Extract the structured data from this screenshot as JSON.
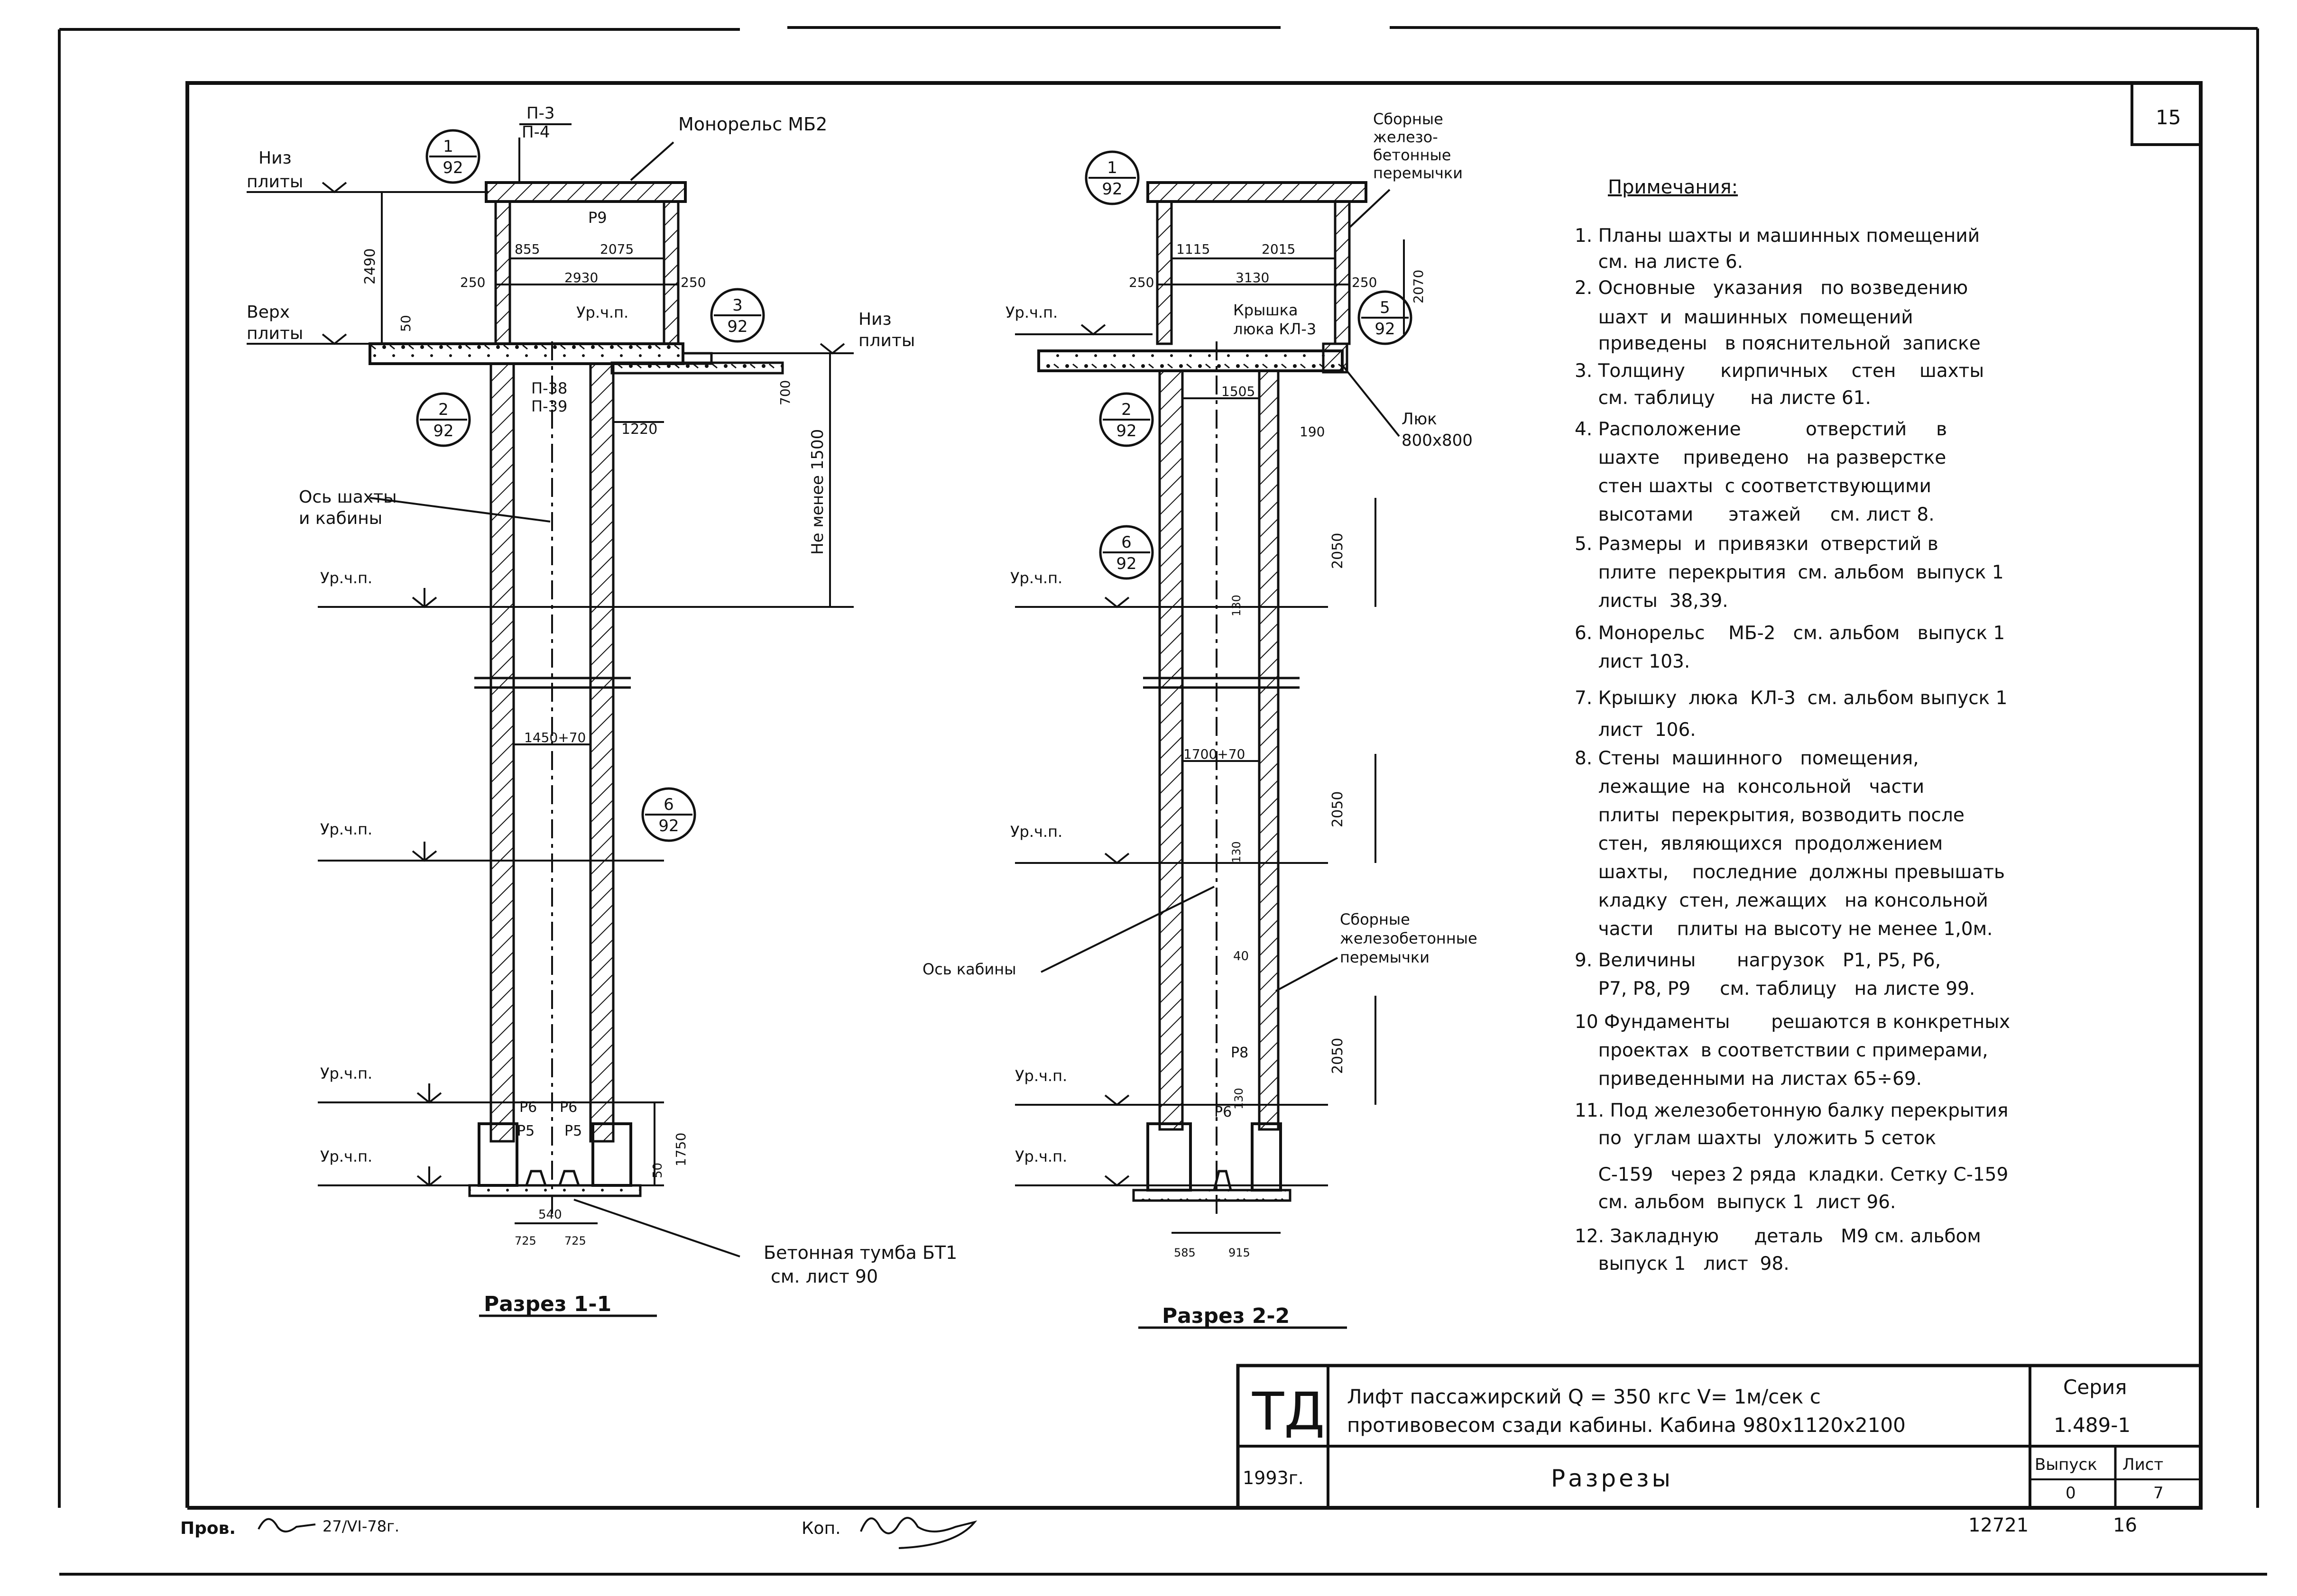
{
  "sheet_number": "15",
  "top_labels": {
    "niz_plity": [
      "Низ",
      "плиты"
    ],
    "verkh_plity": [
      "Верх",
      "плиты"
    ],
    "niz_plity_right": [
      "Низ",
      "плиты"
    ],
    "monorail": "Монорельс МБ2",
    "panels_top": [
      "П-3",
      "П-4"
    ],
    "panels_mid": [
      "П-38",
      "П-39"
    ],
    "p9": "Р9",
    "level": "Ур.ч.п.",
    "shaft_axis": [
      "Ось шахты",
      "и кабины"
    ],
    "min_height": "Не менее 1500",
    "precast_lintels_top": [
      "Сборные",
      "железо-",
      "бетонные",
      "перемычки"
    ],
    "hatch_cover": [
      "Крышка",
      "люка КЛ-3"
    ],
    "hatch": [
      "Люк",
      "800х800"
    ],
    "cabin_axis": "Ось кабины",
    "precast_lintels_mid": [
      "Сборные",
      "железобетонные",
      "перемычки"
    ],
    "pedestal": [
      "Бетонная тумба БТ1",
      "см. лист 90"
    ]
  },
  "circle_refs": {
    "r1_num": "1",
    "r1_den": "92",
    "r2_num": "2",
    "r2_den": "92",
    "r3_num": "3",
    "r3_den": "92",
    "r5_num": "5",
    "r5_den": "92",
    "r6_num": "6",
    "r6_den": "92"
  },
  "dims_s1": {
    "h2490": "2490",
    "d855": "855",
    "d2075": "2075",
    "d250a": "250",
    "d2930": "2930",
    "d250b": "250",
    "d50": "50",
    "d1220": "1220",
    "d700": "700",
    "d1450": "1450+70",
    "p6a": "Р6",
    "p6b": "Р6",
    "p5a": "Р5",
    "p5b": "Р5",
    "d540": "540",
    "d725a": "725",
    "d725b": "725",
    "d1750": "1750",
    "d50b": "50"
  },
  "dims_s2": {
    "d1115": "1115",
    "d2015": "2015",
    "d250a": "250",
    "d3130": "3130",
    "d250b": "250",
    "h2070": "2070",
    "d1505": "1505",
    "d190": "190",
    "h2050a": "2050",
    "d130a": "130",
    "d1700": "1700+70",
    "h2050b": "2050",
    "d130b": "130",
    "d40": "40",
    "h2050c": "2050",
    "p8": "Р8",
    "p6": "Р6",
    "d130c": "130",
    "d585": "585",
    "d915": "915"
  },
  "section_titles": {
    "s1": "Разрез 1-1",
    "s2": "Разрез 2-2"
  },
  "notes": {
    "heading": "Примечания:",
    "lines": [
      "1. Планы шахты и машинных помещений",
      "    см. на листе 6.",
      "2. Основные   указания   по возведению",
      "    шахт  и  машинных  помещений",
      "    приведены   в пояснительной  записке",
      "3. Толщину      кирпичных    стен    шахты",
      "    см. таблицу      на листе 61.",
      "4. Расположение           отверстий     в",
      "    шахте    приведено   на разверстке",
      "    стен шахты  с соответствующими",
      "    высотами      этажей     см. лист 8.",
      "5. Размеры  и  привязки  отверстий в",
      "    плите  перекрытия  см. альбом  выпуск 1",
      "    листы  38,39.",
      "6. Монорельс    МБ-2   см. альбом   выпуск 1",
      "    лист 103.",
      "7. Крышку  люка  КЛ-3  см. альбом выпуск 1",
      "    лист  106.",
      "8. Стены  машинного   помещения,",
      "    лежащие  на  консольной   части",
      "    плиты  перекрытия, возводить после",
      "    стен,  являющихся  продолжением",
      "    шахты,    последние  должны превышать",
      "    кладку  стен, лежащих   на консольной",
      "    части    плиты на высоту не менее 1,0м.",
      "9. Величины       нагрузок   Р1, Р5, Р6,",
      "    Р7, Р8, Р9     см. таблицу   на листе 99.",
      "10 Фундаменты       решаются в конкретных",
      "    проектах  в соответствии с примерами,",
      "    приведенными на листах 65÷69.",
      "11. Под железобетонную балку перекрытия",
      "    по  углам шахты  уложить 5 сеток",
      "    С-159   через 2 ряда  кладки. Сетку С-159",
      "    см. альбом  выпуск 1  лист 96.",
      "12. Закладную      деталь   М9 см. альбом",
      "    выпуск 1   лист  98."
    ]
  },
  "title_block": {
    "logo": "ТД",
    "year": "1993г.",
    "title_line1": "Лифт пассажирский  Q = 350 кгс  V= 1м/сек  с",
    "title_line2": "противовесом  сзади кабины. Кабина 980х1120х2100",
    "sheet_name": "Разрезы",
    "series_label": "Серия",
    "series_value": "1.489-1",
    "issue_label": "Выпуск",
    "issue_value": "0",
    "sheet_label": "Лист",
    "sheet_value": "7"
  },
  "footer": {
    "checked": "Пров.",
    "checked_date": "27/VI-78г.",
    "copied": "Коп.",
    "order": "12721",
    "page": "16"
  }
}
